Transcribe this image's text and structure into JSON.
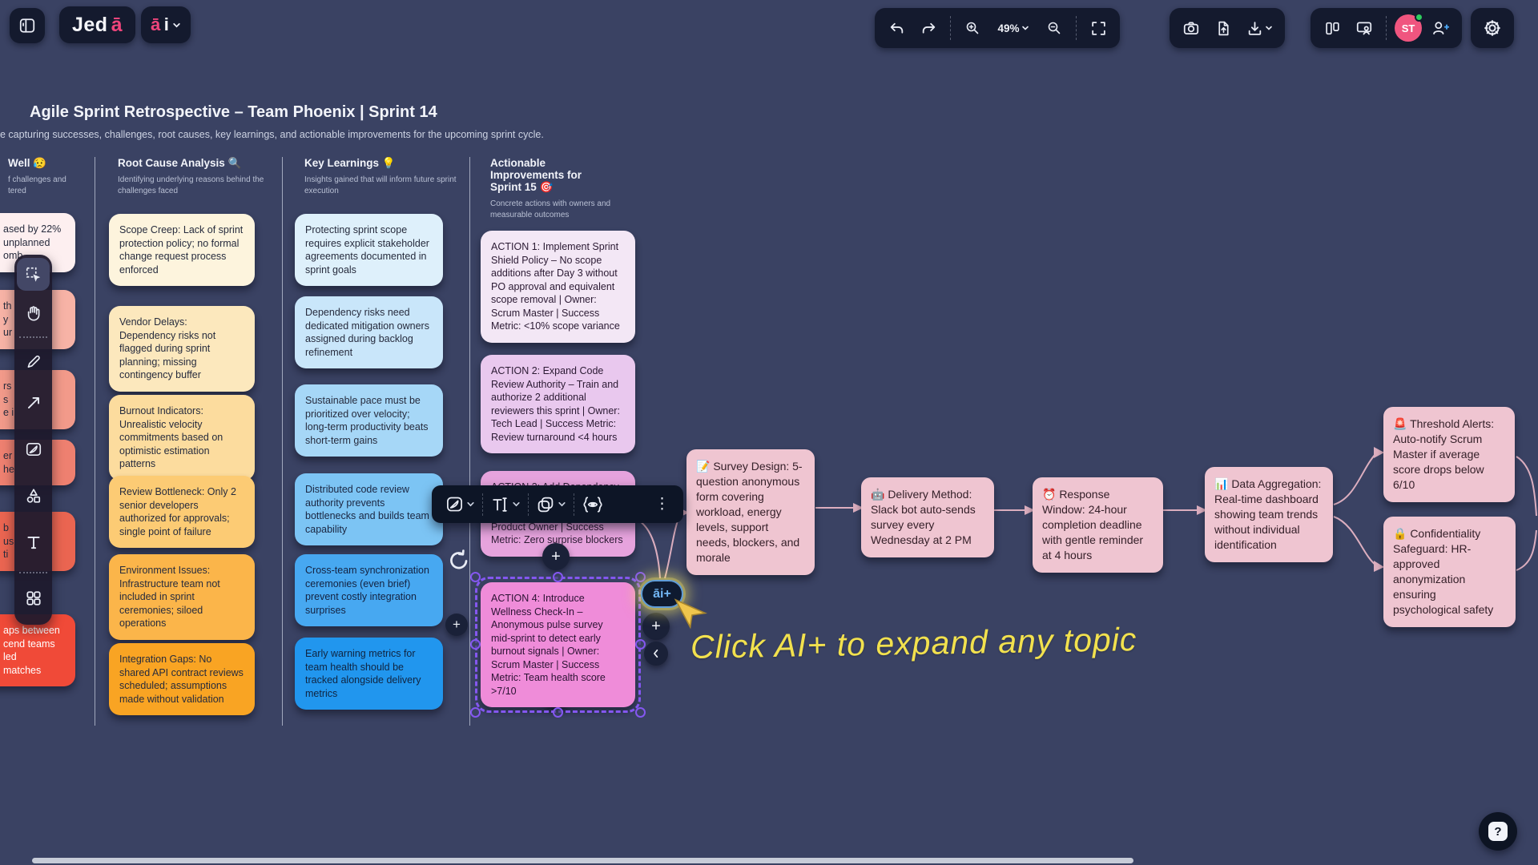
{
  "topbar": {
    "logo_prefix": "Jed",
    "logo_accent": "ā",
    "ai_accent": "ā",
    "ai_rest": "i",
    "zoom_value": "49%",
    "avatar_initials": "ST"
  },
  "board": {
    "title": "Agile Sprint Retrospective – Team Phoenix | Sprint 14",
    "subtitle": "e capturing successes, challenges, root causes, key learnings, and actionable improvements for the upcoming sprint cycle."
  },
  "columns": [
    {
      "id": "went-well",
      "header": "Well 😥",
      "subtitle": "f challenges and\ntered",
      "notes": [
        {
          "text": "ased by 22%\nunplanned\nomb",
          "bg": "#fdeff0",
          "fg": "#262b3d"
        },
        {
          "text": "th\ny\nur",
          "bg": "#f7b3a6",
          "fg": "#262b3d"
        },
        {
          "text": "rs\ns\ne i",
          "bg": "#f29a8a",
          "fg": "#262b3d"
        },
        {
          "text": "er\nhe",
          "bg": "#ee8070",
          "fg": "#262b3d"
        },
        {
          "text": "b\nus\nti",
          "bg": "#ea6551",
          "fg": "#262b3d"
        },
        {
          "text": "aps between\ncend teams led\nmatches",
          "bg": "#f04a38",
          "fg": "#ffffff"
        }
      ]
    },
    {
      "id": "root-cause",
      "header": "Root Cause Analysis 🔍",
      "subtitle": "Identifying underlying reasons behind the challenges faced",
      "notes": [
        {
          "text": "Scope Creep: Lack of sprint protection policy; no formal change request process enforced",
          "bg": "#fdf4dd",
          "fg": "#262b3d"
        },
        {
          "text": "Vendor Delays: Dependency risks not flagged during sprint planning; missing contingency buffer",
          "bg": "#fce8bd",
          "fg": "#262b3d"
        },
        {
          "text": "Burnout Indicators: Unrealistic velocity commitments based on optimistic estimation patterns",
          "bg": "#fcdc9e",
          "fg": "#262b3d"
        },
        {
          "text": "Review Bottleneck: Only 2 senior developers authorized for approvals; single point of failure",
          "bg": "#fccb74",
          "fg": "#262b3d"
        },
        {
          "text": "Environment Issues: Infrastructure team not included in sprint ceremonies; siloed operations",
          "bg": "#fbb54a",
          "fg": "#262b3d"
        },
        {
          "text": "Integration Gaps: No shared API contract reviews scheduled; assumptions made without validation",
          "bg": "#f9a423",
          "fg": "#262b3d"
        }
      ]
    },
    {
      "id": "key-learnings",
      "header": "Key Learnings 💡",
      "subtitle": "Insights gained that will inform future sprint execution",
      "notes": [
        {
          "text": "Protecting sprint scope requires explicit stakeholder agreements documented in sprint goals",
          "bg": "#def0fb",
          "fg": "#262b3d"
        },
        {
          "text": "Dependency risks need dedicated mitigation owners assigned during backlog refinement",
          "bg": "#c9e6fa",
          "fg": "#262b3d"
        },
        {
          "text": "Sustainable pace must be prioritized over velocity; long-term productivity beats short-term gains",
          "bg": "#a6d7f7",
          "fg": "#262b3d"
        },
        {
          "text": "Distributed code review authority prevents bottlenecks and builds team capability",
          "bg": "#7cc4f4",
          "fg": "#1a2540"
        },
        {
          "text": "Cross-team synchronization ceremonies (even brief) prevent costly integration surprises",
          "bg": "#47a8f1",
          "fg": "#142240"
        },
        {
          "text": "Early warning metrics for team health should be tracked alongside delivery metrics",
          "bg": "#2196ee",
          "fg": "#102440"
        }
      ]
    },
    {
      "id": "actions",
      "header": "Actionable Improvements for Sprint 15 🎯",
      "subtitle": "Concrete actions with owners and measurable outcomes",
      "notes": [
        {
          "text": "ACTION 1: Implement Sprint Shield Policy – No scope additions after Day 3 without PO approval and equivalent scope removal | Owner: Scrum Master | Success Metric: <10% scope variance",
          "bg": "#f3e7f5",
          "fg": "#2b1a33"
        },
        {
          "text": "ACTION 2: Expand Code Review Authority – Train and authorize 2 additional reviewers this sprint | Owner: Tech Lead | Success Metric: Review turnaround <4 hours",
          "bg": "#e9c8ee",
          "fg": "#2b1a33"
        },
        {
          "text": "ACTION 3: Add Dependency\n \n \nProduct Owner | Success Metric: Zero surprise blockers",
          "bg": "#e6a3dd",
          "fg": "#2b1a33"
        },
        {
          "text": "ACTION 4: Introduce Wellness Check-In – Anonymous pulse survey mid-sprint to detect early burnout signals | Owner: Scrum Master | Success Metric: Team health score >7/10",
          "bg": "#ef8cd9",
          "fg": "#2b1233",
          "selected": true
        }
      ]
    }
  ],
  "flow_nodes": [
    {
      "id": "survey",
      "text": "📝 Survey Design: 5-question anonymous form covering workload, energy levels, support needs, blockers, and morale"
    },
    {
      "id": "delivery",
      "text": "🤖 Delivery Method: Slack bot auto-sends survey every Wednesday at 2 PM"
    },
    {
      "id": "response",
      "text": "⏰ Response Window: 24-hour completion deadline with gentle reminder at 4 hours"
    },
    {
      "id": "dataagg",
      "text": "📊 Data Aggregation: Real-time dashboard showing team trends without individual identification"
    },
    {
      "id": "threshold",
      "text": "🚨 Threshold Alerts: Auto-notify Scrum Master if average score drops below 6/10"
    },
    {
      "id": "confidential",
      "text": "🔒 Confidentiality Safeguard: HR-approved anonymization ensuring psychological safety"
    }
  ],
  "ai_plus_label": "āi+",
  "annotation": "Click AI+ to expand any topic",
  "glyphs": {
    "plus": "+",
    "help": "?",
    "more": "⋮"
  },
  "colors": {
    "canvas_bg": "#3a4263",
    "brand_pink": "#f0457c",
    "selection_purple": "#8457f0",
    "connector_pink": "#dcaebf",
    "annotation_yellow": "#f2e14e",
    "flow_node_bg": "#efc5d1"
  }
}
